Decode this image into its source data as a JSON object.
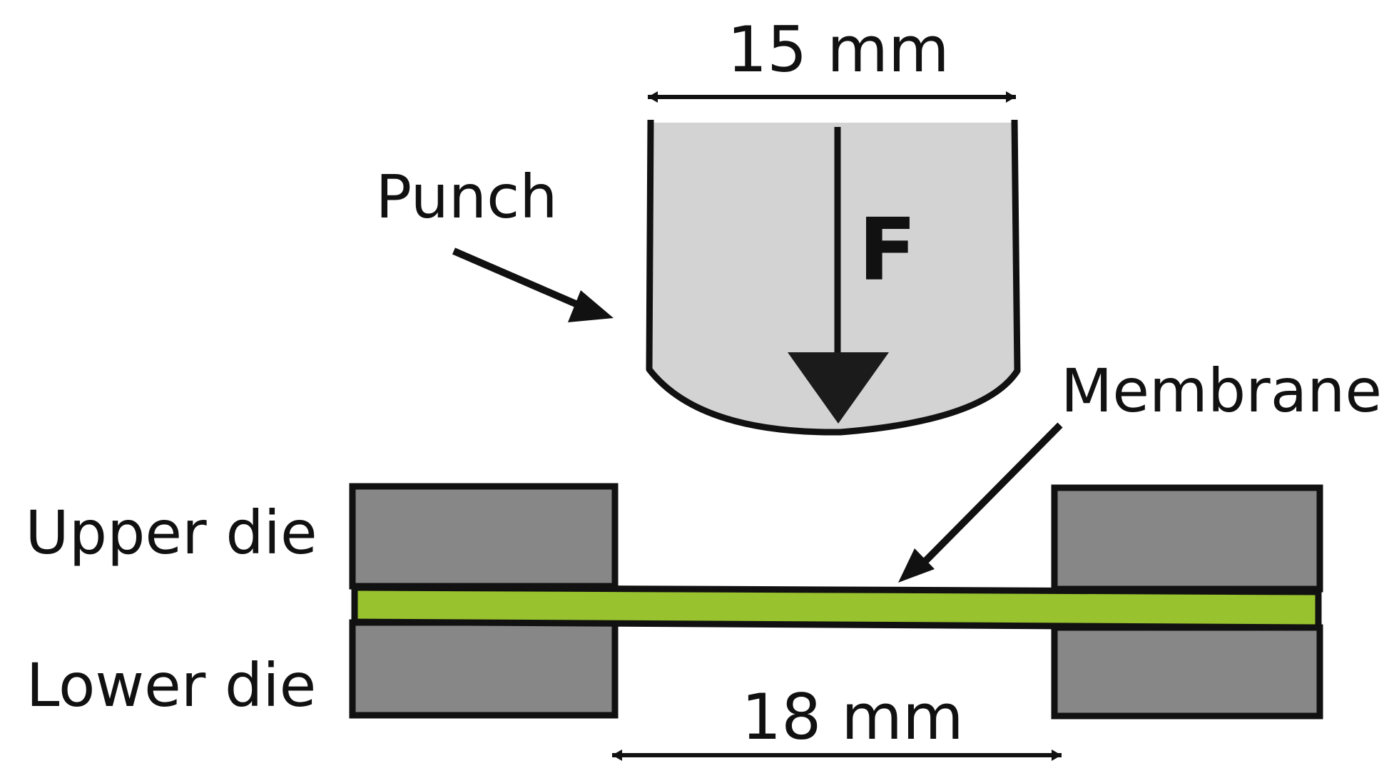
{
  "labels": {
    "punch_width": "15 mm",
    "punch": "Punch",
    "force": "F",
    "membrane": "Membrane",
    "upper_die": "Upper die",
    "lower_die": "Lower die",
    "die_opening": "18 mm"
  },
  "colors": {
    "punch_fill": "#d3d3d3",
    "die_fill": "#878787",
    "membrane_fill": "#98c22e",
    "stroke": "#111111"
  }
}
